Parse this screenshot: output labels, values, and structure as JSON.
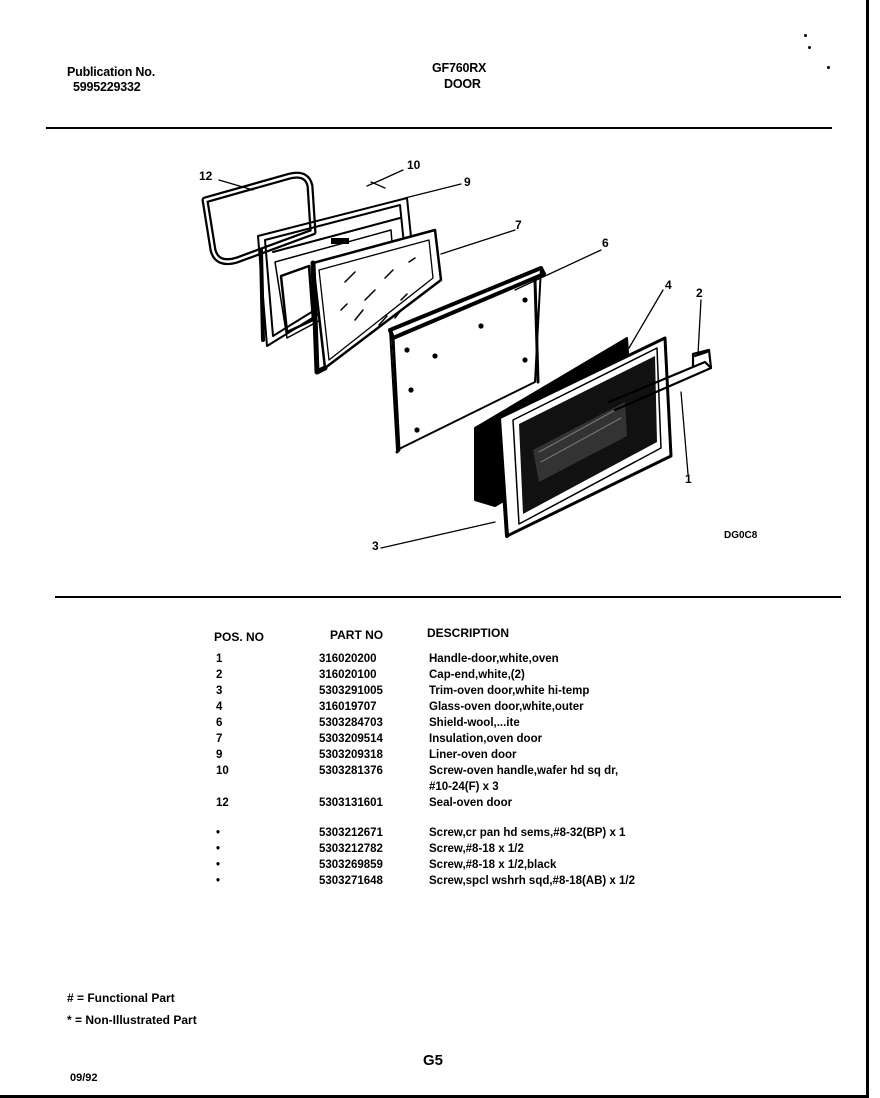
{
  "header": {
    "publication_label": "Publication No.",
    "publication_number": "5995229332",
    "model": "GF760RX",
    "section": "DOOR"
  },
  "diagram": {
    "callouts": [
      "12",
      "10",
      "9",
      "7",
      "6",
      "4",
      "2",
      "1",
      "3"
    ],
    "drawing_code": "DG0C8"
  },
  "table": {
    "headers": {
      "pos": "POS. NO",
      "part": "PART NO",
      "desc": "DESCRIPTION"
    },
    "rows": [
      {
        "pos": "1",
        "part": "316020200",
        "desc": "Handle-door,white,oven"
      },
      {
        "pos": "2",
        "part": "316020100",
        "desc": "Cap-end,white,(2)"
      },
      {
        "pos": "3",
        "part": "5303291005",
        "desc": "Trim-oven door,white hi-temp"
      },
      {
        "pos": "4",
        "part": "316019707",
        "desc": "Glass-oven door,white,outer"
      },
      {
        "pos": "6",
        "part": "5303284703",
        "desc": "Shield-wool,...ite"
      },
      {
        "pos": "7",
        "part": "5303209514",
        "desc": "Insulation,oven door"
      },
      {
        "pos": "9",
        "part": "5303209318",
        "desc": "Liner-oven door"
      },
      {
        "pos": "10",
        "part": "5303281376",
        "desc": "Screw-oven handle,wafer hd sq dr,",
        "desc2": "#10-24(F) x 3"
      },
      {
        "pos": "12",
        "part": "5303131601",
        "desc": "Seal-oven door"
      },
      {
        "pos": "•",
        "part": "5303212671",
        "desc": "Screw,cr pan hd sems,#8-32(BP) x 1"
      },
      {
        "pos": "•",
        "part": "5303212782",
        "desc": "Screw,#8-18 x 1/2"
      },
      {
        "pos": "•",
        "part": "5303269859",
        "desc": "Screw,#8-18 x 1/2,black"
      },
      {
        "pos": "•",
        "part": "5303271648",
        "desc": "Screw,spcl wshrh sqd,#8-18(AB) x 1/2"
      }
    ]
  },
  "legend": {
    "functional": "# = Functional Part",
    "non_illustrated": "* = Non-Illustrated Part"
  },
  "footer": {
    "page": "G5",
    "date": "09/92"
  }
}
